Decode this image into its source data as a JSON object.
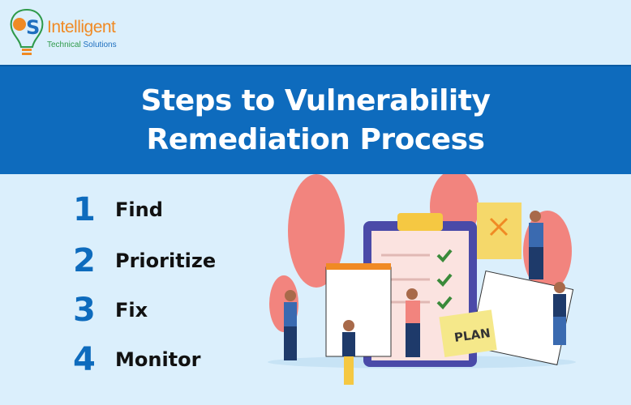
{
  "logo": {
    "brand": "Intelligent",
    "sub_green": "Technical",
    "sub_blue": "Solutions"
  },
  "banner": {
    "title_line1": "Steps to Vulnerability",
    "title_line2": "Remediation Process"
  },
  "steps": [
    {
      "number": "1",
      "label": "Find"
    },
    {
      "number": "2",
      "label": "Prioritize"
    },
    {
      "number": "3",
      "label": "Fix"
    },
    {
      "number": "4",
      "label": "Monitor"
    }
  ],
  "illustration": {
    "note_text": "PLAN"
  },
  "colors": {
    "background": "#dbeffc",
    "banner": "#0e6bbd",
    "accent_orange": "#f08a24",
    "accent_green": "#2f9a4a"
  }
}
